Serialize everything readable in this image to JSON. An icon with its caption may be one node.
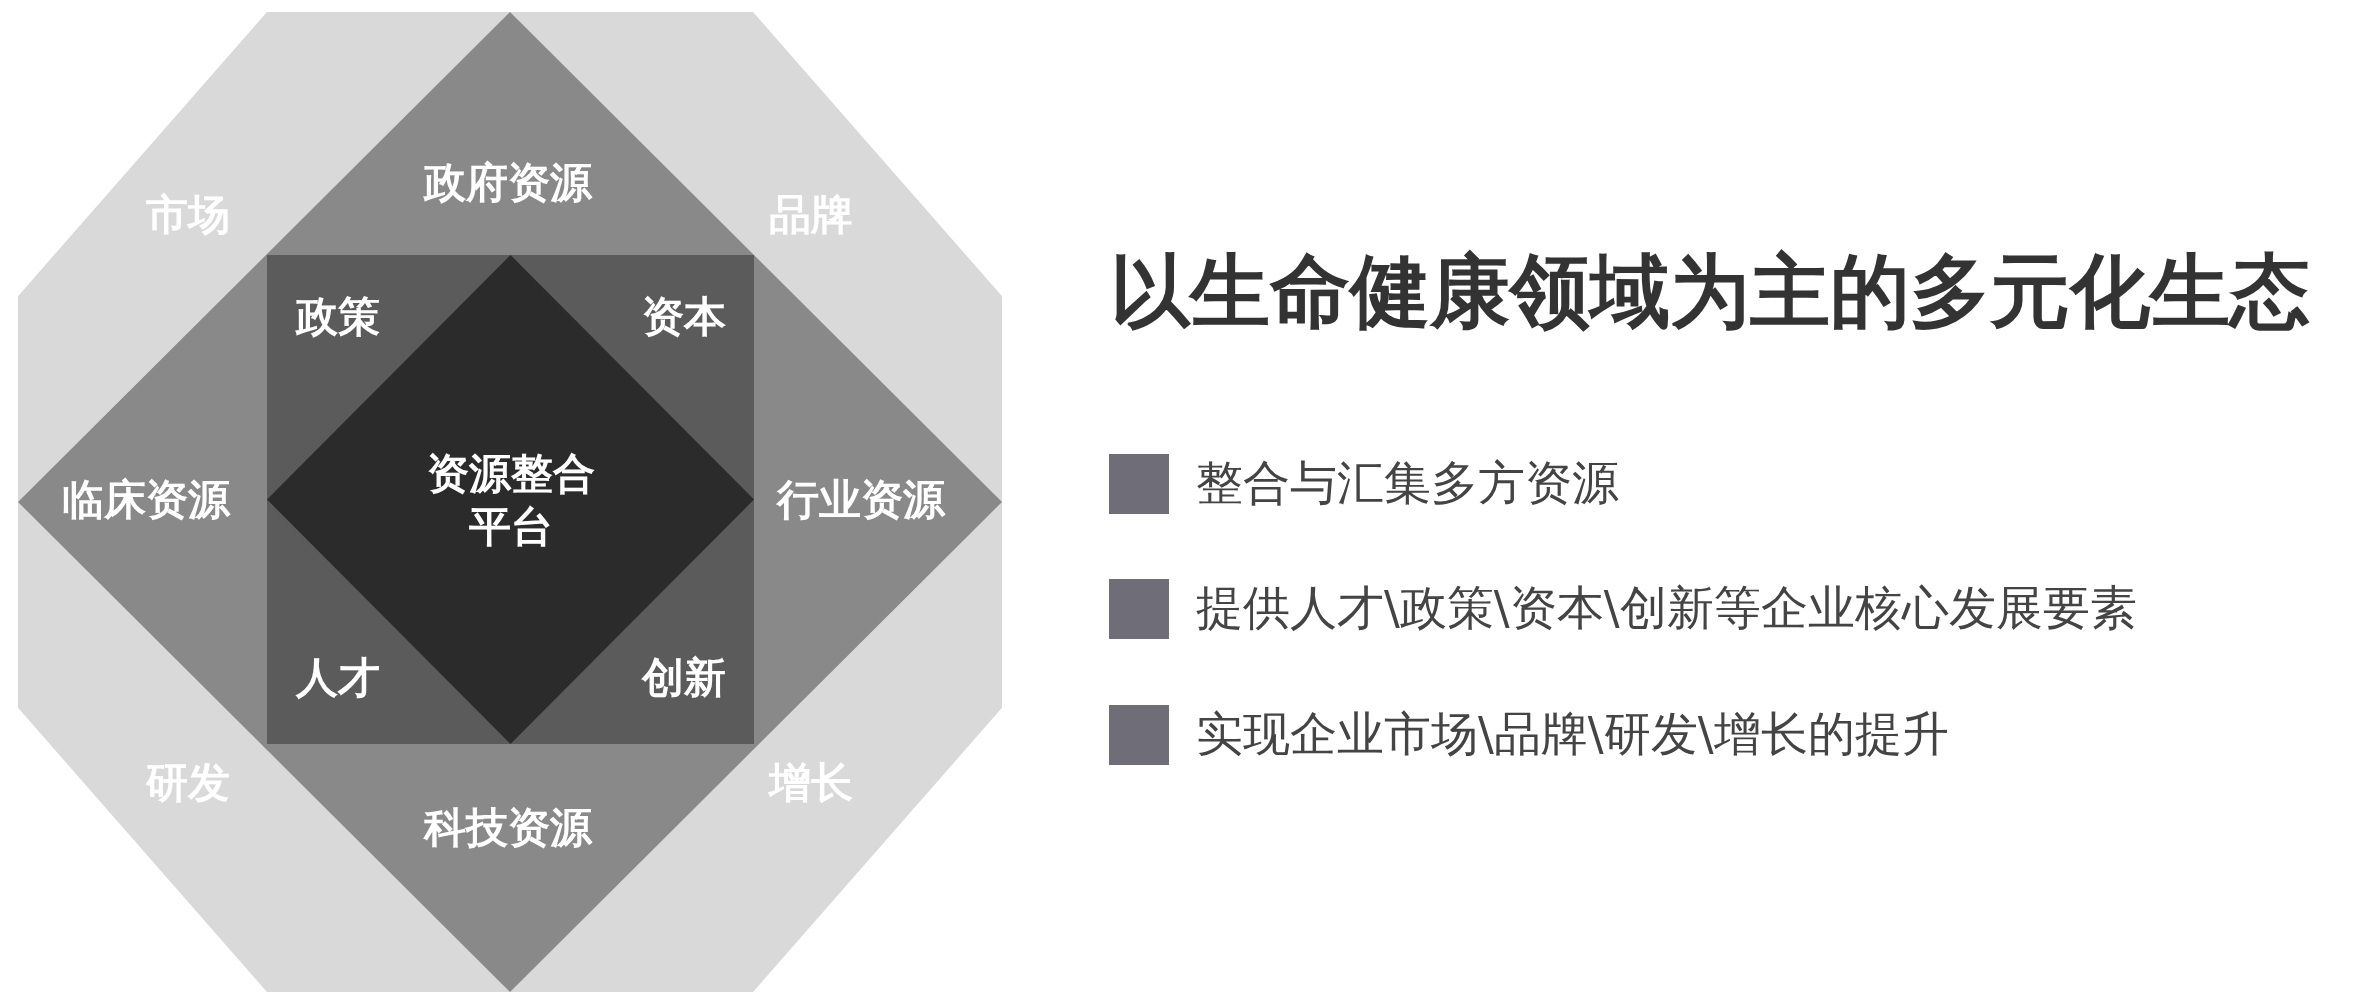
{
  "diagram": {
    "title": "以生命健康领域为主的多元化生态",
    "nodes": [
      {
        "text": [
          "市场",
          "品牌",
          "研发",
          "增长"
        ]
      },
      {
        "text": [
          "政府资源",
          "行业资源",
          "科技资源",
          "临床资源"
        ],
        "in": 0
      },
      {
        "text": [
          "政策",
          "资本",
          "人才",
          "创新"
        ],
        "in": 1
      },
      {
        "text": [
          "资源整合平台"
        ],
        "in": 2
      }
    ],
    "labels": [
      "整合与汇集多方资源",
      "提供人才\\政策\\资本\\创新等企业核心发展要素",
      "实现企业市场\\品牌\\研发\\增长的提升"
    ]
  }
}
